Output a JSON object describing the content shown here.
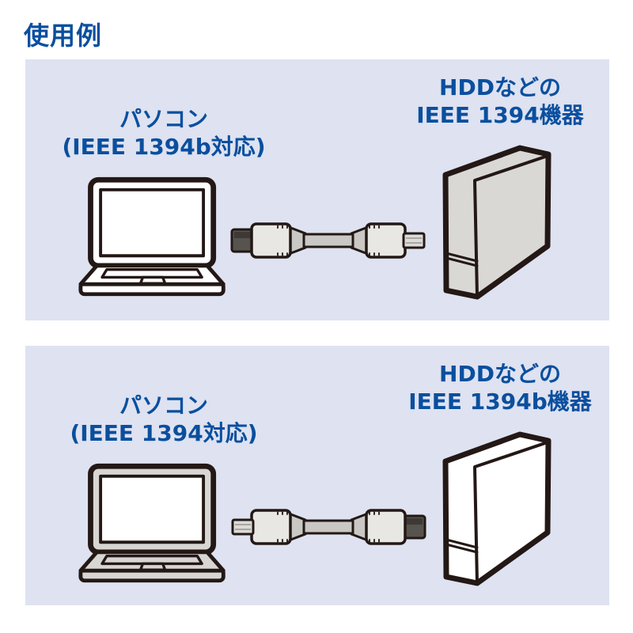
{
  "page": {
    "title": "使用例"
  },
  "colors": {
    "accent_blue": "#0a4f9e",
    "panel_background": "#dee2f1",
    "outline": "#231815",
    "white_device": "#ffffff",
    "gray_device": "#d9d8d5",
    "cable_plug": "#e8e7e3",
    "cable_cord": "#c9c8c4",
    "connector_dark": "#57544f",
    "connector_dark_top": "#3c3936",
    "connector_light": "#dcdbd7"
  },
  "panels": [
    {
      "computer_label": [
        "パソコン",
        "(IEEE 1394b対応)"
      ],
      "device_label": [
        "HDDなどの",
        "IEEE 1394機器"
      ],
      "computer_fill": "#ffffff",
      "device_fill": "#d9d8d5",
      "cable_dark_connector": "left"
    },
    {
      "computer_label": [
        "パソコン",
        "(IEEE 1394対応)"
      ],
      "device_label": [
        "HDDなどの",
        "IEEE 1394b機器"
      ],
      "computer_fill": "#d7d6d3",
      "device_fill": "#ffffff",
      "cable_dark_connector": "right"
    }
  ]
}
